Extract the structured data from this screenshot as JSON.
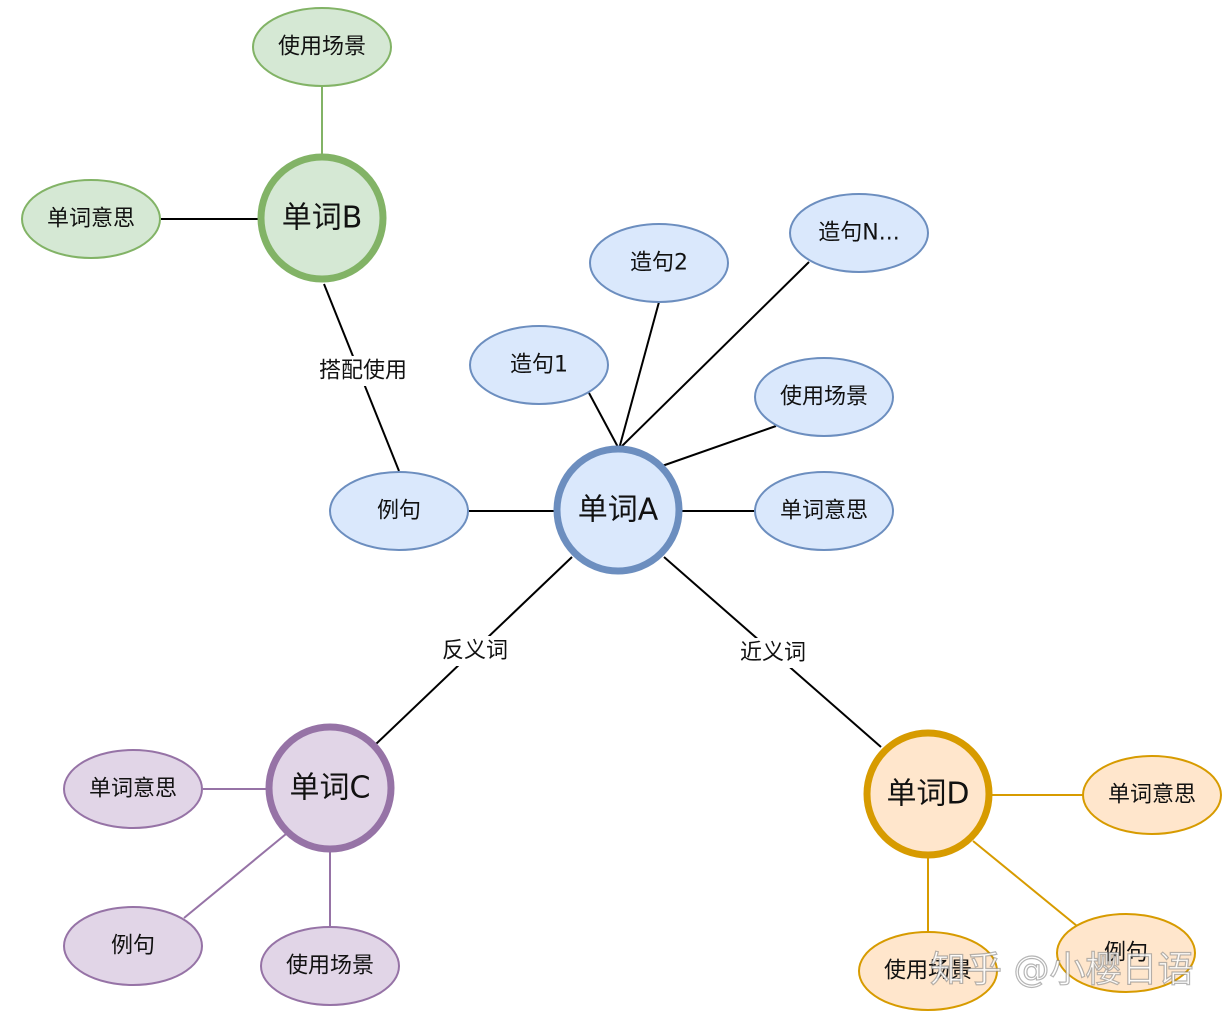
{
  "colors": {
    "blue": {
      "fill": "#dae8fc",
      "stroke": "#6c8ebf"
    },
    "green": {
      "fill": "#d5e8d4",
      "stroke": "#82b366"
    },
    "purple": {
      "fill": "#e1d5e7",
      "stroke": "#9673a6"
    },
    "orange": {
      "fill": "#ffe6cc",
      "stroke": "#d79b00"
    },
    "line": "#000000"
  },
  "nodes": {
    "word_a": "单词A",
    "word_b": "单词B",
    "word_c": "单词C",
    "word_d": "单词D",
    "a_sentence_1": "造句1",
    "a_sentence_2": "造句2",
    "a_sentence_n": "造句N...",
    "a_usage": "使用场景",
    "a_meaning": "单词意思",
    "a_example": "例句",
    "b_usage": "使用场景",
    "b_meaning": "单词意思",
    "c_meaning": "单词意思",
    "c_example": "例句",
    "c_usage": "使用场景",
    "d_meaning": "单词意思",
    "d_usage": "使用场景",
    "d_example": "例句"
  },
  "edge_labels": {
    "collocation": "搭配使用",
    "antonym": "反义词",
    "synonym": "近义词"
  },
  "watermark": "知乎 @小樱日语"
}
